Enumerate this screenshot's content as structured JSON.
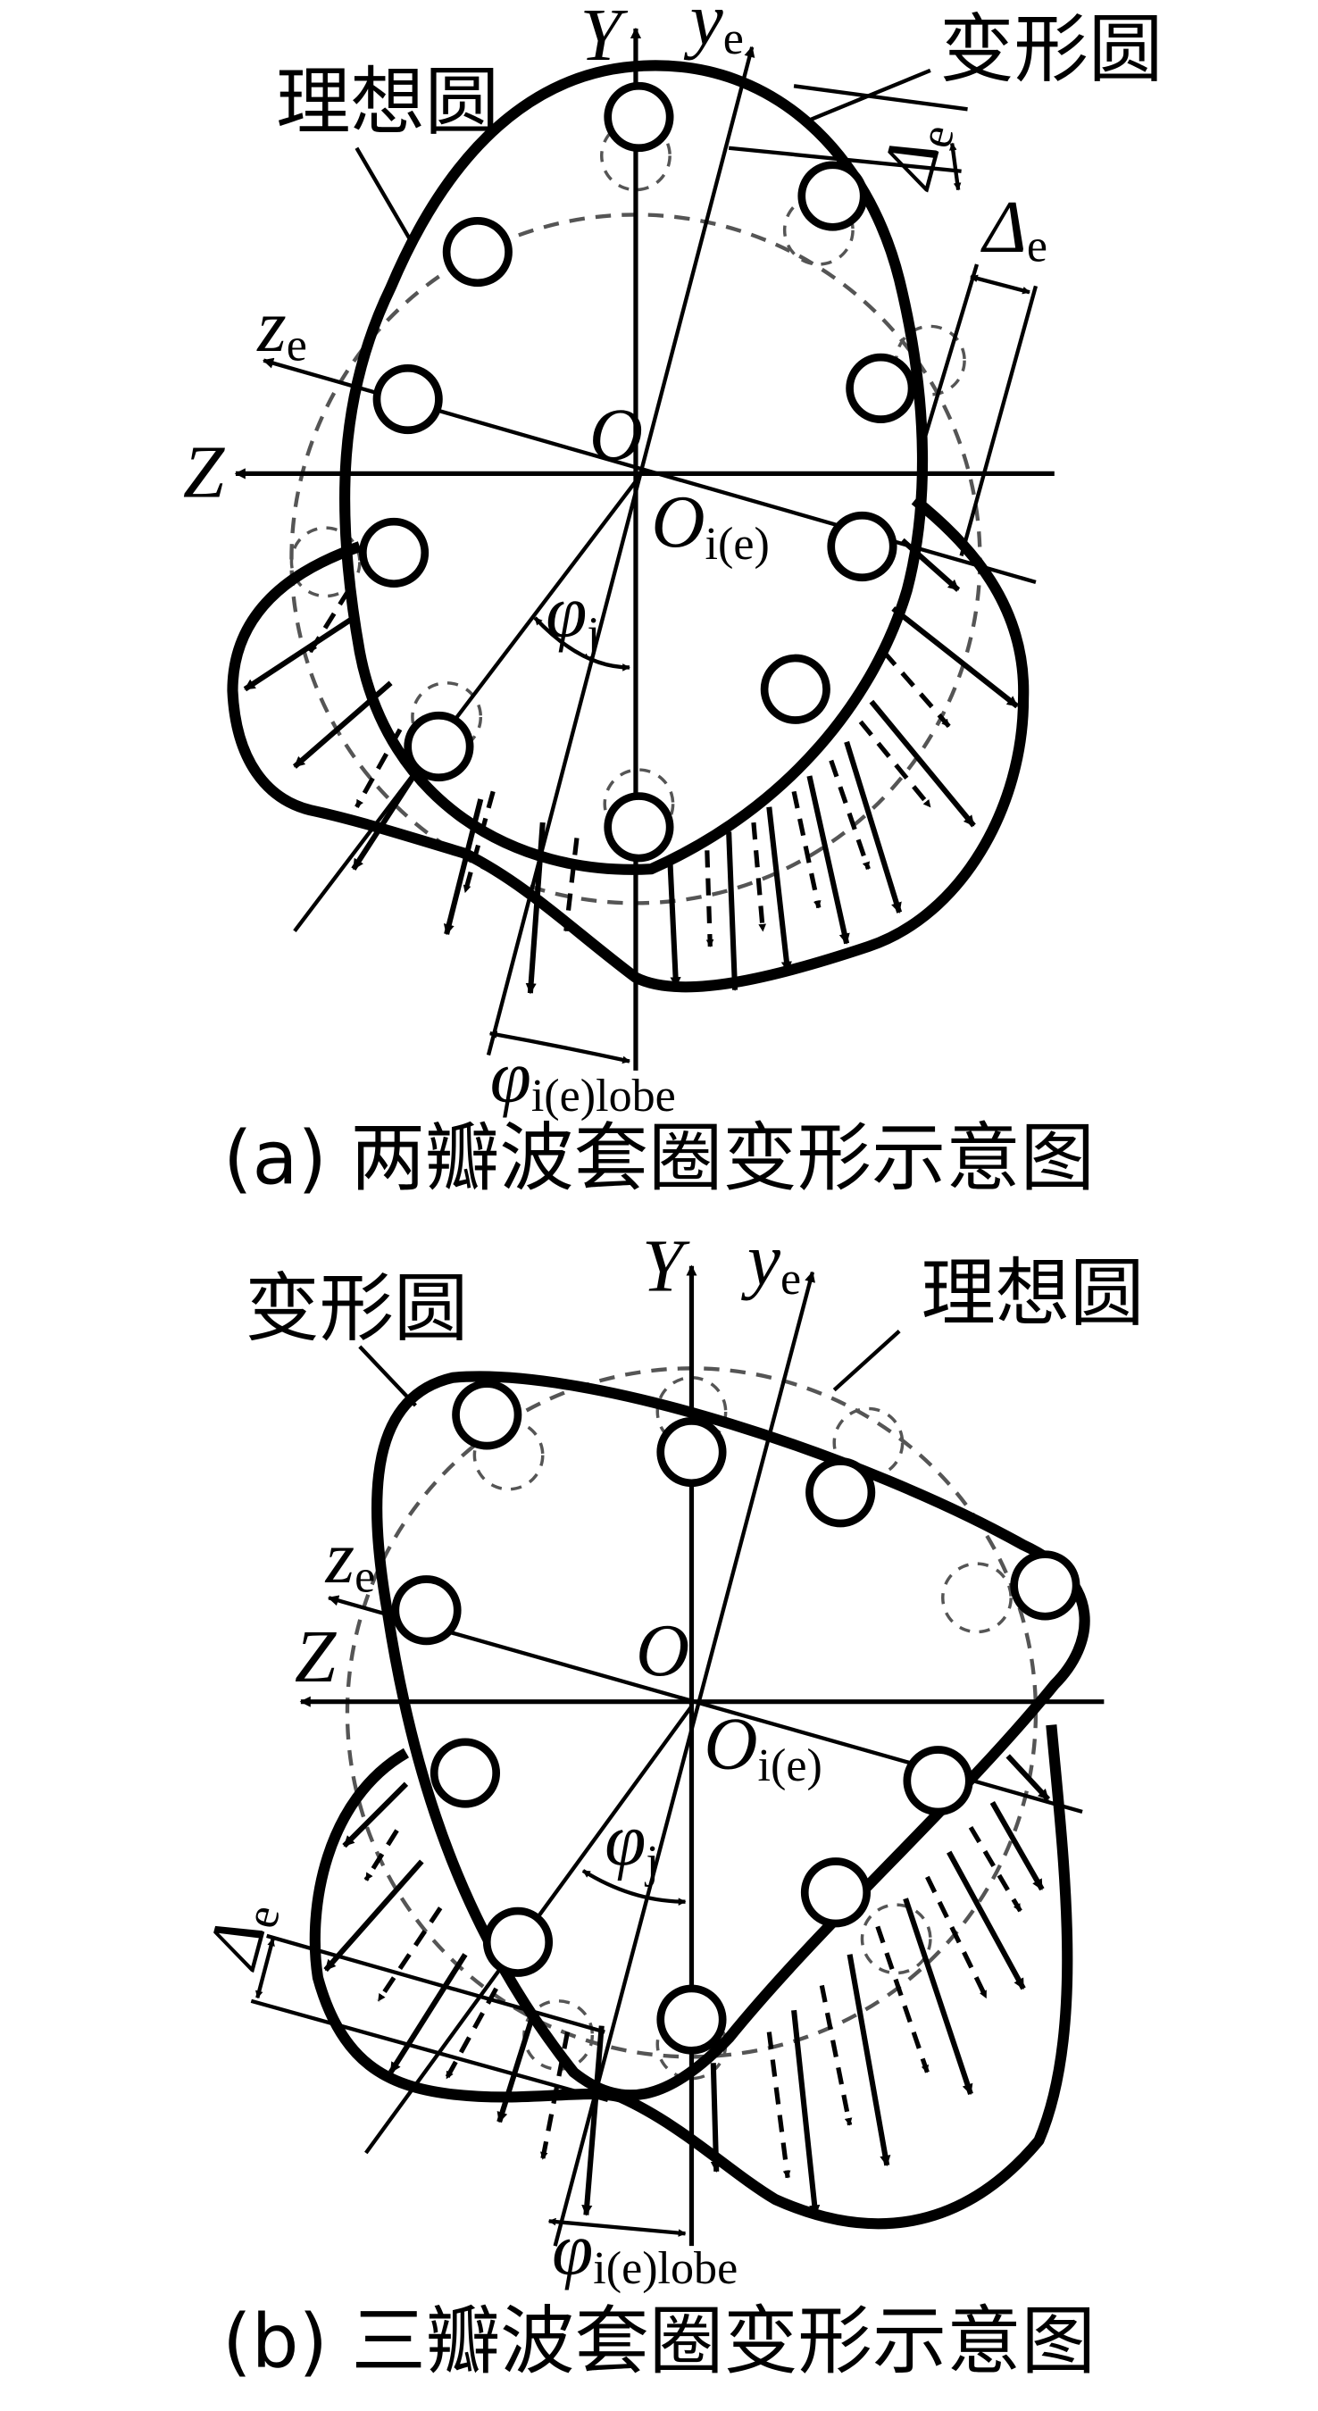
{
  "panels": [
    {
      "labels": {
        "Y": "Y",
        "ye": "y",
        "ye_sub": "e",
        "ze": "z",
        "ze_sub": "e",
        "Z": "Z",
        "O": "O",
        "Oi": "O",
        "Oi_sub": "i(e)",
        "phij": "φ",
        "phij_sub": "j",
        "philobe": "φ",
        "philobe_sub": "i(e)lobe",
        "delta1": "Δ",
        "delta1_sub": "e",
        "delta2": "Δ",
        "delta2_sub": "e",
        "deformed": "变形圆",
        "ideal": "理想圆"
      },
      "caption": "(a) 两瓣波套圈变形示意图"
    },
    {
      "labels": {
        "Y": "Y",
        "ye": "y",
        "ye_sub": "e",
        "ze": "z",
        "ze_sub": "e",
        "Z": "Z",
        "O": "O",
        "Oi": "O",
        "Oi_sub": "i(e)",
        "phij": "φ",
        "phij_sub": "j",
        "philobe": "φ",
        "philobe_sub": "i(e)lobe",
        "delta": "Δ",
        "delta_sub": "e",
        "deformed": "变形圆",
        "ideal": "理想圆"
      },
      "caption": "(b) 三瓣波套圈变形示意图"
    }
  ]
}
